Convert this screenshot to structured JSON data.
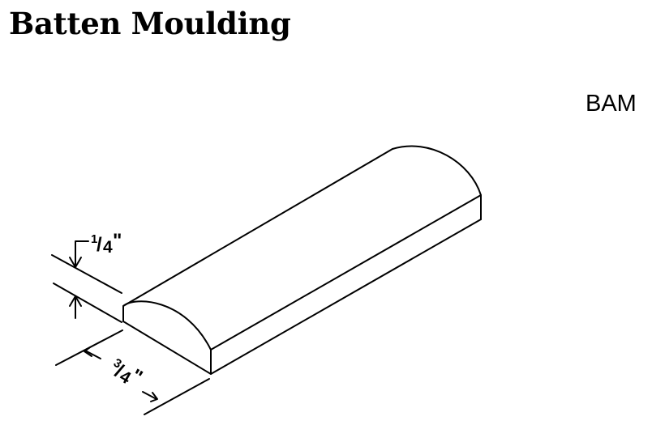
{
  "title": "Batten Moulding",
  "code": "BAM",
  "dimensions": {
    "thickness": {
      "numerator": "1",
      "denominator": "4",
      "unit": "\""
    },
    "width": {
      "numerator": "3",
      "denominator": "4",
      "unit": "\""
    }
  }
}
